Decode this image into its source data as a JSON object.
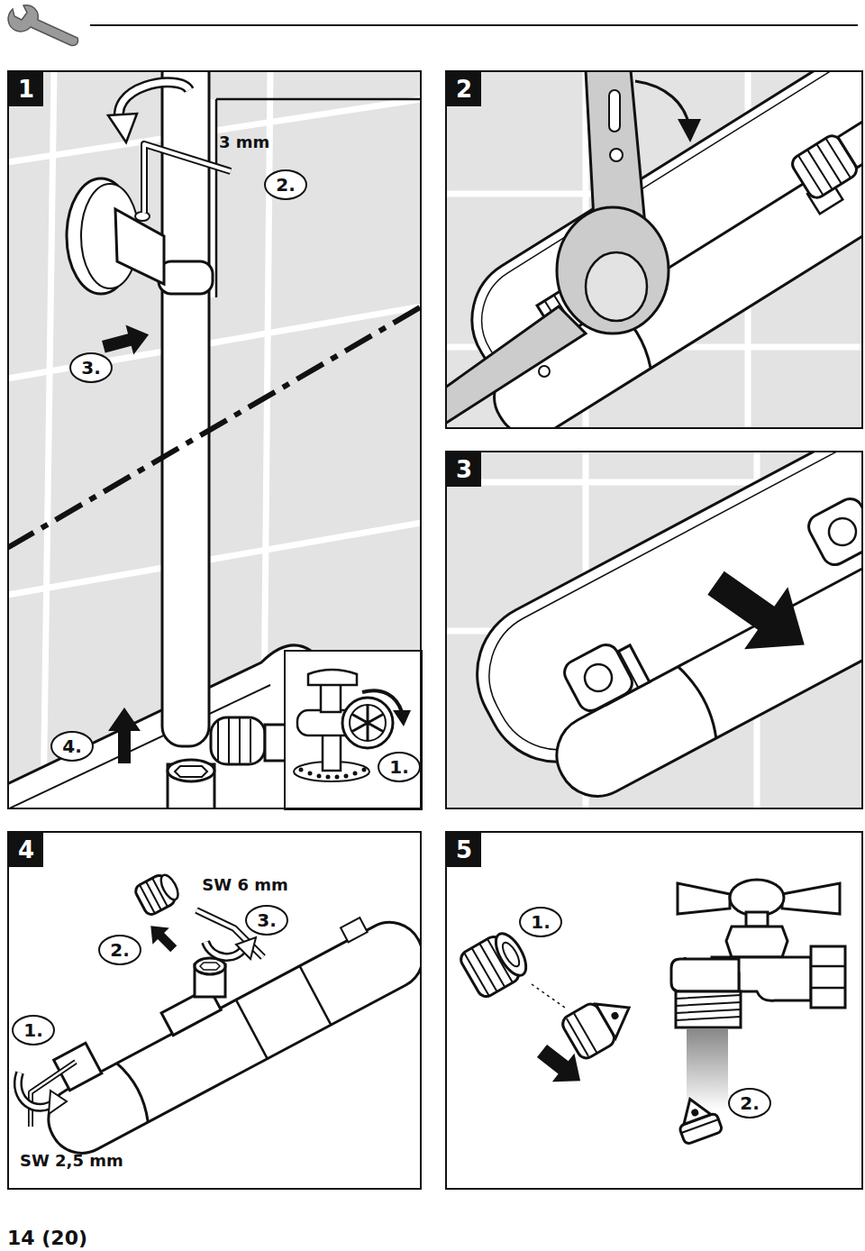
{
  "diagram": {
    "nodes": [
      {
        "text": [
          "1"
        ]
      },
      {
        "text": [
          "2."
        ],
        "in": 0
      },
      {
        "text": [
          "3."
        ],
        "in": 0
      },
      {
        "text": [
          "4."
        ],
        "in": 0
      },
      {
        "text": [
          "1."
        ],
        "in": 0
      },
      {
        "text": [
          "2"
        ]
      },
      {
        "text": [
          "3"
        ]
      },
      {
        "text": [
          "4"
        ]
      },
      {
        "text": [
          "2."
        ],
        "in": 7
      },
      {
        "text": [
          "3."
        ],
        "in": 7
      },
      {
        "text": [
          "1."
        ],
        "in": 7
      },
      {
        "text": [
          "5"
        ]
      },
      {
        "text": [
          "1."
        ],
        "in": 11
      },
      {
        "text": [
          "2."
        ],
        "in": 11
      }
    ],
    "edges": [],
    "labels": [
      "3 mm",
      "SW 6 mm",
      "SW 2,5 mm",
      "14 (20)"
    ]
  }
}
